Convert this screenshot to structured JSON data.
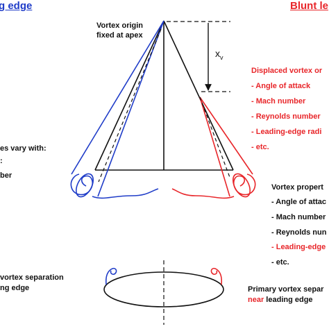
{
  "headers": {
    "left": "g edge",
    "right": "Blunt le"
  },
  "apex_label": {
    "line1": "Vortex origin",
    "line2": "fixed at apex"
  },
  "xv_label": {
    "main": "x",
    "sub": "v"
  },
  "displaced_list": {
    "title": "Displaced vortex or",
    "items": [
      "- Angle of attack",
      "- Mach number",
      "- Reynolds number",
      "- Leading-edge radi",
      "- etc."
    ]
  },
  "left_props": {
    "line1": "es vary with:",
    "line2": ":",
    "line3": "ber"
  },
  "vortex_props": {
    "title": "Vortex propert",
    "items": [
      "- Angle of attac",
      "- Mach number",
      "- Reynolds nun",
      "- Leading-edge",
      "- etc."
    ],
    "item_colors": [
      "#111111",
      "#111111",
      "#111111",
      "#e8262a",
      "#111111"
    ]
  },
  "left_bottom": {
    "line1": "vortex separation",
    "line2": "ng edge"
  },
  "right_bottom": {
    "line1": "Primary vortex separ",
    "line2_red": "near",
    "line2_rest": " leading edge"
  },
  "colors": {
    "blue": "#1f3cc8",
    "red": "#e8262a",
    "black": "#111111"
  }
}
